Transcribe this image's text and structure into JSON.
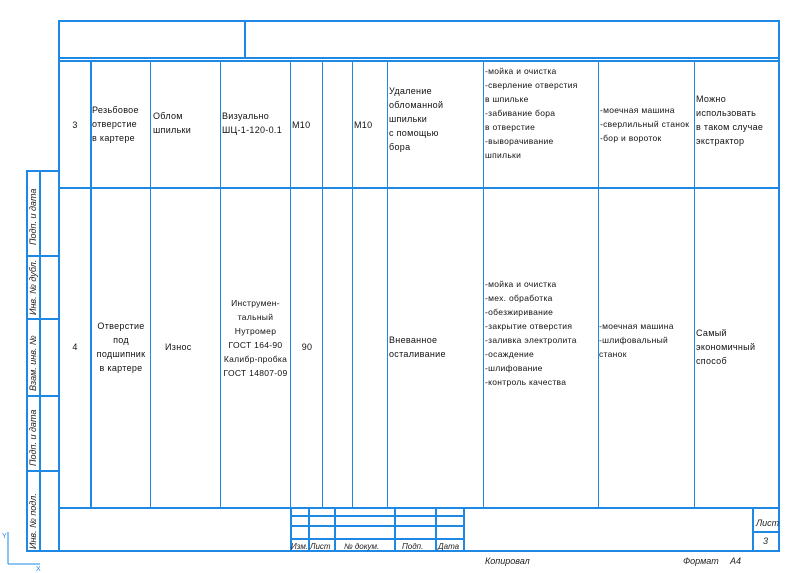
{
  "rows": [
    {
      "num": "3",
      "location": "Резьбовое\nотверстие\nв картере",
      "defect": "Облом\nшпильки",
      "method": "Визуально\nШЦ-1-120-0.1",
      "size_nominal": "М10",
      "size_repair": "М10",
      "repair": "Удаление\nобломанной\nшпильки\nс помощью\nбора",
      "operations": "-мойка и очистка\n-сверление отверстия\nв шпильке\n-забивание бора\nв отверстие\n-выворачивание\nшпильки",
      "equipment": "-моечная машина\n-сверлильный станок\n-бор и вороток",
      "note": "Можно\nиспользовать\nв таком случае\nэкстрактор"
    },
    {
      "num": "4",
      "location": "Отверстие\nпод\nподшипник\nв картере",
      "defect": "Износ",
      "method": "Инструмен-\nтальный\nНутромер\nГОСТ 164-90\nКалибр-пробка\nГОСТ 14807-09",
      "size_nominal": "90",
      "size_repair": "",
      "repair": "Вневанное\nосталивание",
      "operations": "-мойка и очистка\n-мех. обработка\n-обезжиривание\n-закрытие отверстия\n-заливка электролита\n-осаждение\n-шлифование\n-контроль качества",
      "equipment": "-моечная машина\n-шлифовальный\nстанок",
      "note": "Самый\nэкономичный\nспособ"
    }
  ],
  "side_labels": [
    "Подп. и дата",
    "Инв. № дубл.",
    "Взам. инв. №",
    "Подп. и дата",
    "Инв. № подл."
  ],
  "title_block": {
    "izm": "Изм.",
    "list": "Лист",
    "doc": "№ докум.",
    "podp": "Подп.",
    "data": "Дата",
    "list_label": "Лист",
    "list_number": "3",
    "copied": "Копировал",
    "format_label": "Формат",
    "format_value": "А4"
  },
  "colors": {
    "frame": "#1e88e5"
  }
}
